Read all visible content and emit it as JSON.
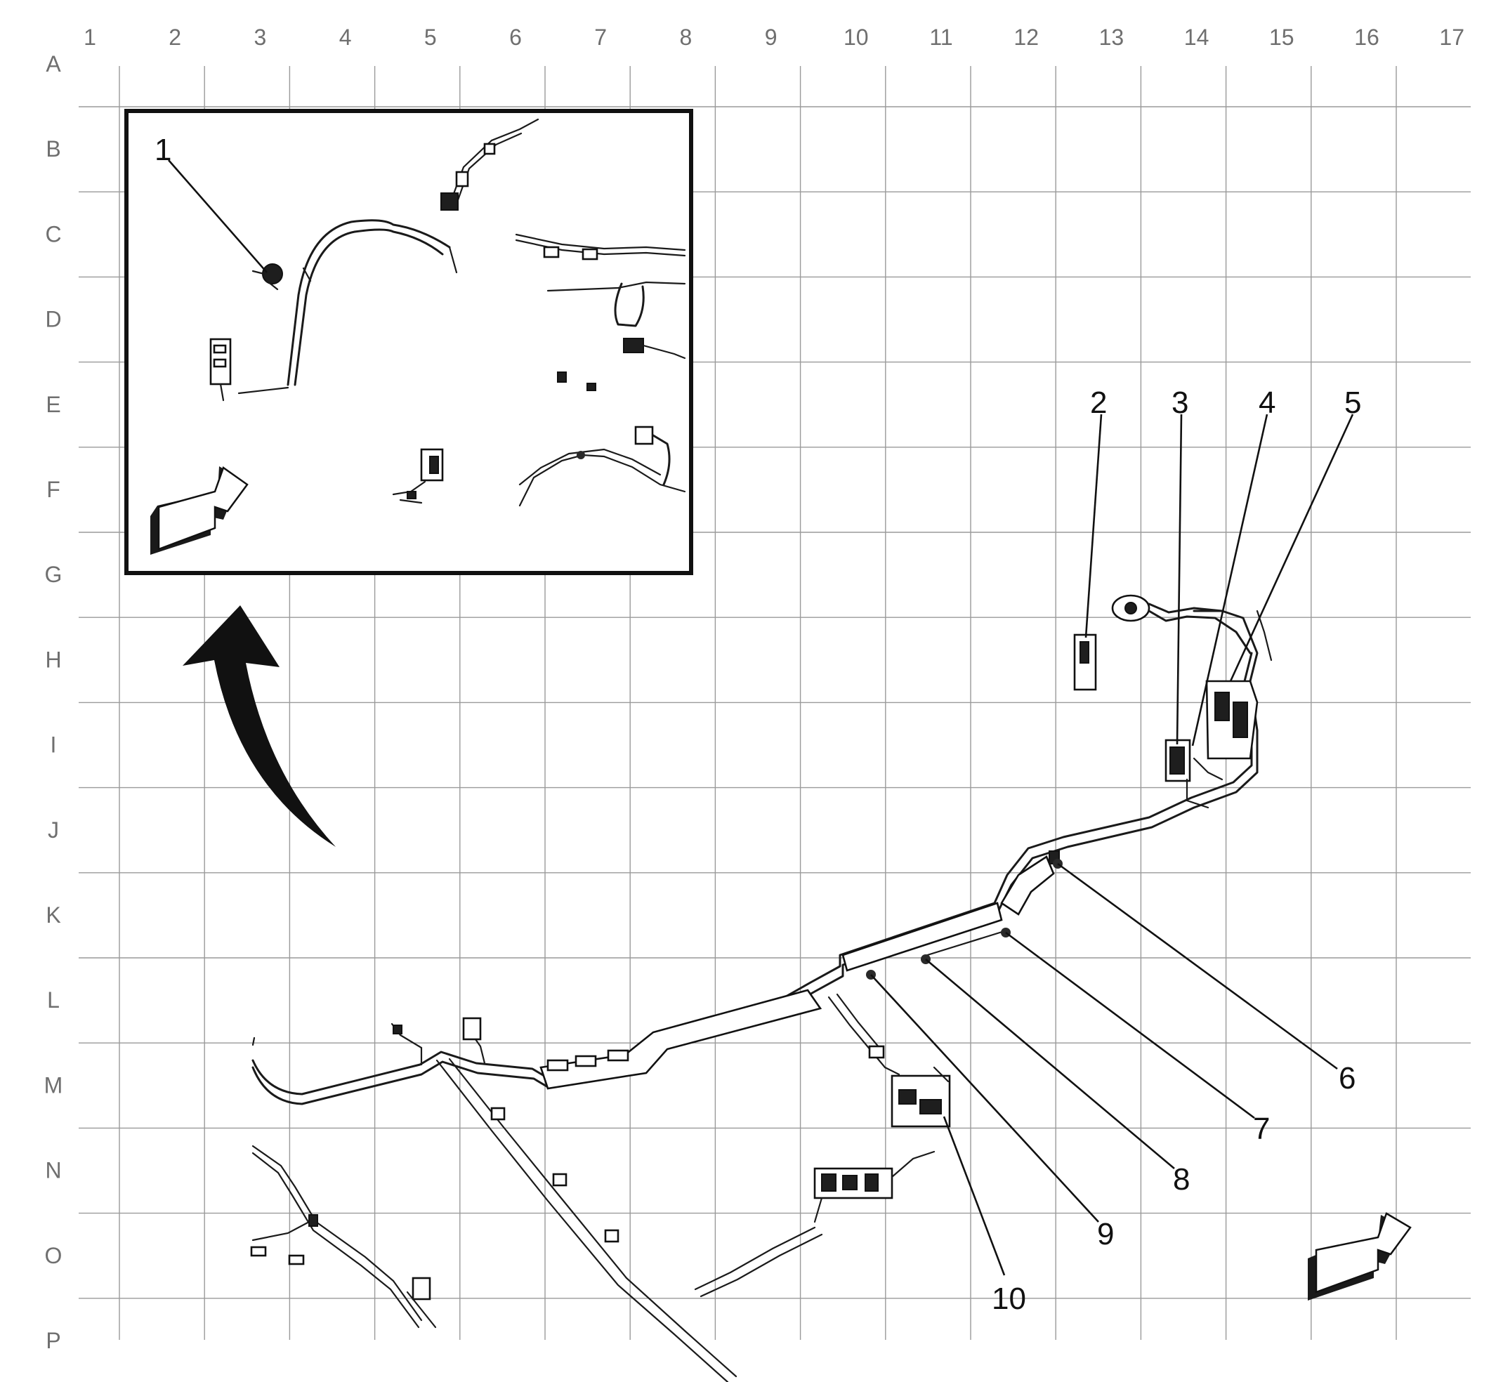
{
  "grid": {
    "columns": [
      "1",
      "2",
      "3",
      "4",
      "5",
      "6",
      "7",
      "8",
      "9",
      "10",
      "11",
      "12",
      "13",
      "14",
      "15",
      "16",
      "17"
    ],
    "rows": [
      "A",
      "B",
      "C",
      "D",
      "E",
      "F",
      "G",
      "H",
      "I",
      "J",
      "K",
      "L",
      "M",
      "N",
      "O",
      "P"
    ]
  },
  "callouts": [
    "1",
    "2",
    "3",
    "4",
    "5",
    "6",
    "7",
    "8",
    "9",
    "10"
  ],
  "icons": {
    "view_arrow": "direction-arrow-icon",
    "detail_arrow": "curved-arrow-icon"
  },
  "colors": {
    "line": "#111111",
    "grid": "#9a9a9a",
    "label": "#6f6f6f"
  }
}
